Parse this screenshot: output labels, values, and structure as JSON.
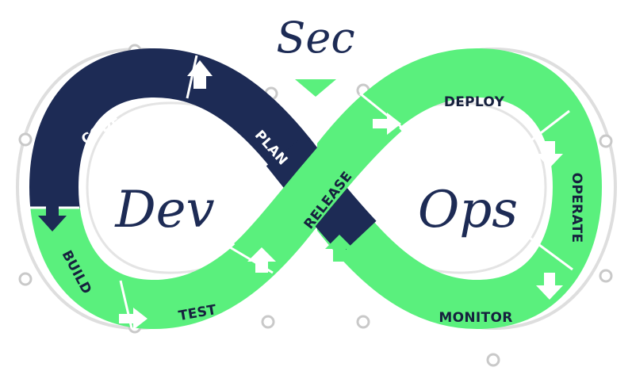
{
  "title": "Sec",
  "left_loop_label": "Dev",
  "right_loop_label": "Ops",
  "stages": {
    "code": "CODE",
    "plan": "PLAN",
    "build": "BUILD",
    "test": "TEST",
    "release": "RELEASE",
    "deploy": "DEPLOY",
    "operate": "OPERATE",
    "monitor": "MONITOR"
  },
  "colors": {
    "navy": "#1d2b55",
    "green": "#5af07d",
    "track": "#dcdcdc",
    "node": "#c8c8c8"
  }
}
